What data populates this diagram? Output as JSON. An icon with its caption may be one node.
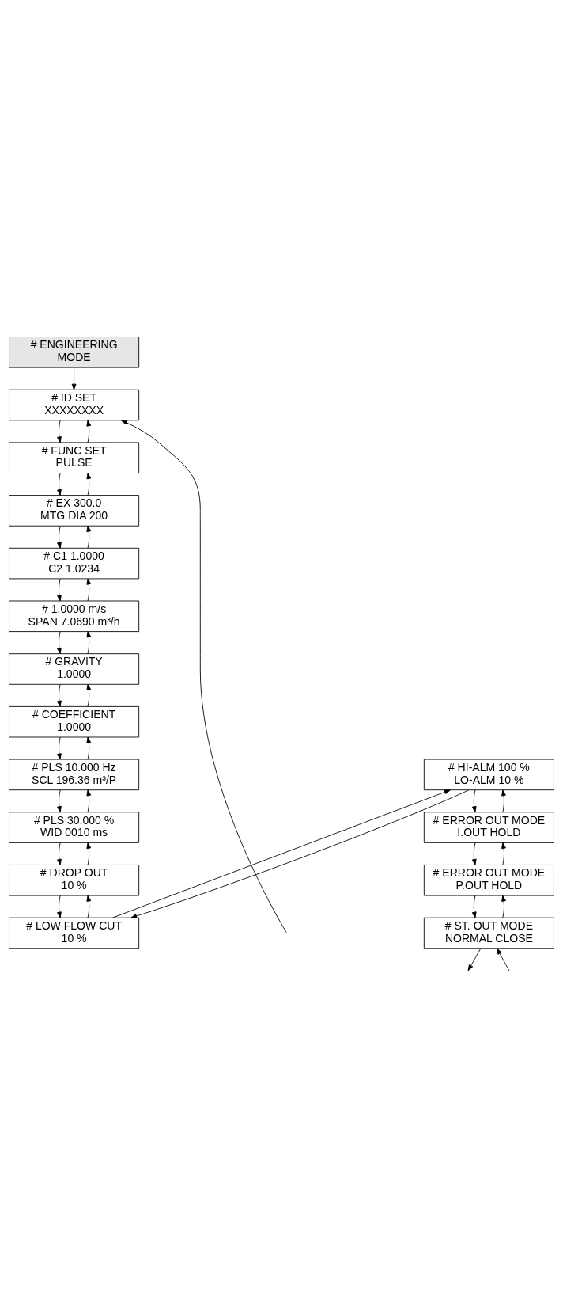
{
  "diagram": {
    "nodes": [
      {
        "text": [
          "# ENGINEERING",
          "MODE"
        ]
      },
      {
        "text": [
          "# ID SET",
          "XXXXXXXX"
        ]
      },
      {
        "text": [
          "# FUNC SET",
          "PULSE"
        ]
      },
      {
        "text": [
          "# EX 300.0",
          "MTG DIA 200"
        ]
      },
      {
        "text": [
          "# C1 1.0000",
          "C2 1.0234"
        ]
      },
      {
        "text": [
          "# 1.0000 m/s",
          "SPAN 7.0690 m³/h"
        ]
      },
      {
        "text": [
          "# GRAVITY",
          "1.0000"
        ]
      },
      {
        "text": [
          "# COEFFICIENT",
          "1.0000"
        ]
      },
      {
        "text": [
          "# PLS 10.000 Hz",
          "SCL 196.36 m³/P"
        ]
      },
      {
        "text": [
          "# PLS 30.000 %",
          "WID 0010 ms"
        ]
      },
      {
        "text": [
          "# DROP OUT",
          "10 %"
        ]
      },
      {
        "text": [
          "# LOW FLOW CUT",
          "10 %"
        ]
      },
      {
        "text": [
          "# HI-ALM 100 %",
          "LO-ALM 10 %"
        ]
      },
      {
        "text": [
          "# ERROR OUT MODE",
          "I.OUT HOLD"
        ]
      },
      {
        "text": [
          "# ERROR OUT MODE",
          "P.OUT HOLD"
        ]
      },
      {
        "text": [
          "# ST. OUT MODE",
          "NORMAL CLOSE"
        ]
      }
    ],
    "edges": [
      {
        "from": 0,
        "to": 1,
        "arrow": "to"
      },
      {
        "from": 1,
        "to": 2,
        "arrow": "to"
      },
      {
        "from": 2,
        "to": 1,
        "arrow": "to"
      },
      {
        "from": 2,
        "to": 3,
        "arrow": "to"
      },
      {
        "from": 3,
        "to": 2,
        "arrow": "to"
      },
      {
        "from": 3,
        "to": 4,
        "arrow": "to"
      },
      {
        "from": 4,
        "to": 3,
        "arrow": "to"
      },
      {
        "from": 4,
        "to": 5,
        "arrow": "to"
      },
      {
        "from": 5,
        "to": 4,
        "arrow": "to"
      },
      {
        "from": 5,
        "to": 6,
        "arrow": "to"
      },
      {
        "from": 6,
        "to": 5,
        "arrow": "to"
      },
      {
        "from": 6,
        "to": 7,
        "arrow": "to"
      },
      {
        "from": 7,
        "to": 6,
        "arrow": "to"
      },
      {
        "from": 7,
        "to": 8,
        "arrow": "to"
      },
      {
        "from": 8,
        "to": 7,
        "arrow": "to"
      },
      {
        "from": 8,
        "to": 9,
        "arrow": "to"
      },
      {
        "from": 9,
        "to": 8,
        "arrow": "to"
      },
      {
        "from": 9,
        "to": 10,
        "arrow": "to"
      },
      {
        "from": 10,
        "to": 9,
        "arrow": "to"
      },
      {
        "from": 10,
        "to": 11,
        "arrow": "to"
      },
      {
        "from": 11,
        "to": 10,
        "arrow": "to"
      },
      {
        "from": 11,
        "to": 12,
        "arrow": "to"
      },
      {
        "from": 12,
        "to": 11,
        "arrow": "to"
      },
      {
        "from": 12,
        "to": 13,
        "arrow": "to"
      },
      {
        "from": 13,
        "to": 12,
        "arrow": "to"
      },
      {
        "from": 13,
        "to": 14,
        "arrow": "to"
      },
      {
        "from": 14,
        "to": 13,
        "arrow": "to"
      },
      {
        "from": 14,
        "to": 15,
        "arrow": "to"
      },
      {
        "from": 15,
        "to": 14,
        "arrow": "to"
      },
      {
        "from": 15,
        "to": null,
        "arrow": "to"
      },
      {
        "from": null,
        "to": 15,
        "arrow": "to"
      },
      {
        "from": null,
        "to": 1,
        "arrow": "to"
      }
    ]
  }
}
